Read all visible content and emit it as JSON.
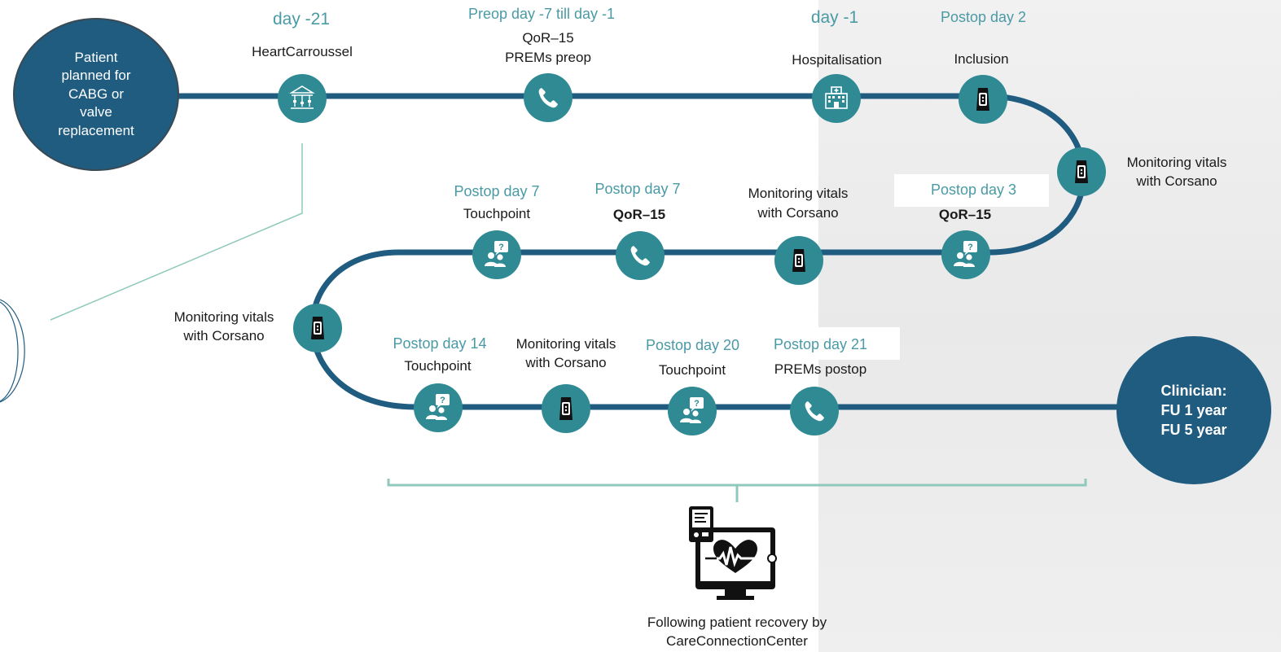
{
  "start": {
    "lines": [
      "Patient",
      "planned for",
      "CABG or",
      "valve",
      "replacement"
    ]
  },
  "end": {
    "lines": [
      "Clinician:",
      "FU 1 year",
      "FU 5 year"
    ]
  },
  "row1": [
    {
      "day": "day -21",
      "name": "HeartCarroussel",
      "icon": "carousel-icon"
    },
    {
      "day": "Preop day -7 till day -1",
      "name1": "QoR–15",
      "name2": "PREMs preop",
      "icon": "phone-icon"
    },
    {
      "day": "day -1",
      "name": "Hospitalisation",
      "icon": "hospital-icon"
    },
    {
      "day": "Postop day 2",
      "name": "Inclusion",
      "icon": "wearable-icon"
    }
  ],
  "curve_right": {
    "line1": "Monitoring vitals",
    "line2": "with Corsano",
    "icon": "wearable-icon"
  },
  "row2": [
    {
      "day": "Postop day 3",
      "name": "QoR–15",
      "icon": "touchpoint-icon"
    },
    {
      "day": "",
      "name1": "Monitoring vitals",
      "name2": "with Corsano",
      "icon": "wearable-icon"
    },
    {
      "day": "Postop day 7",
      "name": "QoR–15",
      "icon": "phone-icon"
    },
    {
      "day": "Postop day 7",
      "name": "Touchpoint",
      "icon": "touchpoint-icon"
    }
  ],
  "curve_left": {
    "line1": "Monitoring vitals",
    "line2": "with Corsano",
    "icon": "wearable-icon"
  },
  "row3": [
    {
      "day": "Postop day 14",
      "name": "Touchpoint",
      "icon": "touchpoint-icon"
    },
    {
      "day": "",
      "name1": "Monitoring vitals",
      "name2": "with Corsano",
      "icon": "wearable-icon"
    },
    {
      "day": "Postop day 20",
      "name": "Touchpoint",
      "icon": "touchpoint-icon"
    },
    {
      "day": "Postop day 21",
      "name": "PREMs postop",
      "icon": "phone-icon"
    }
  ],
  "footer": {
    "line1": "Following patient recovery by",
    "line2": "CareConnectionCenter",
    "icon": "monitor-heart-icon"
  },
  "colors": {
    "track": "#1f5c80",
    "node": "#2f8a93",
    "accent": "#4a9aa6",
    "bracket": "#8fc9bb"
  }
}
